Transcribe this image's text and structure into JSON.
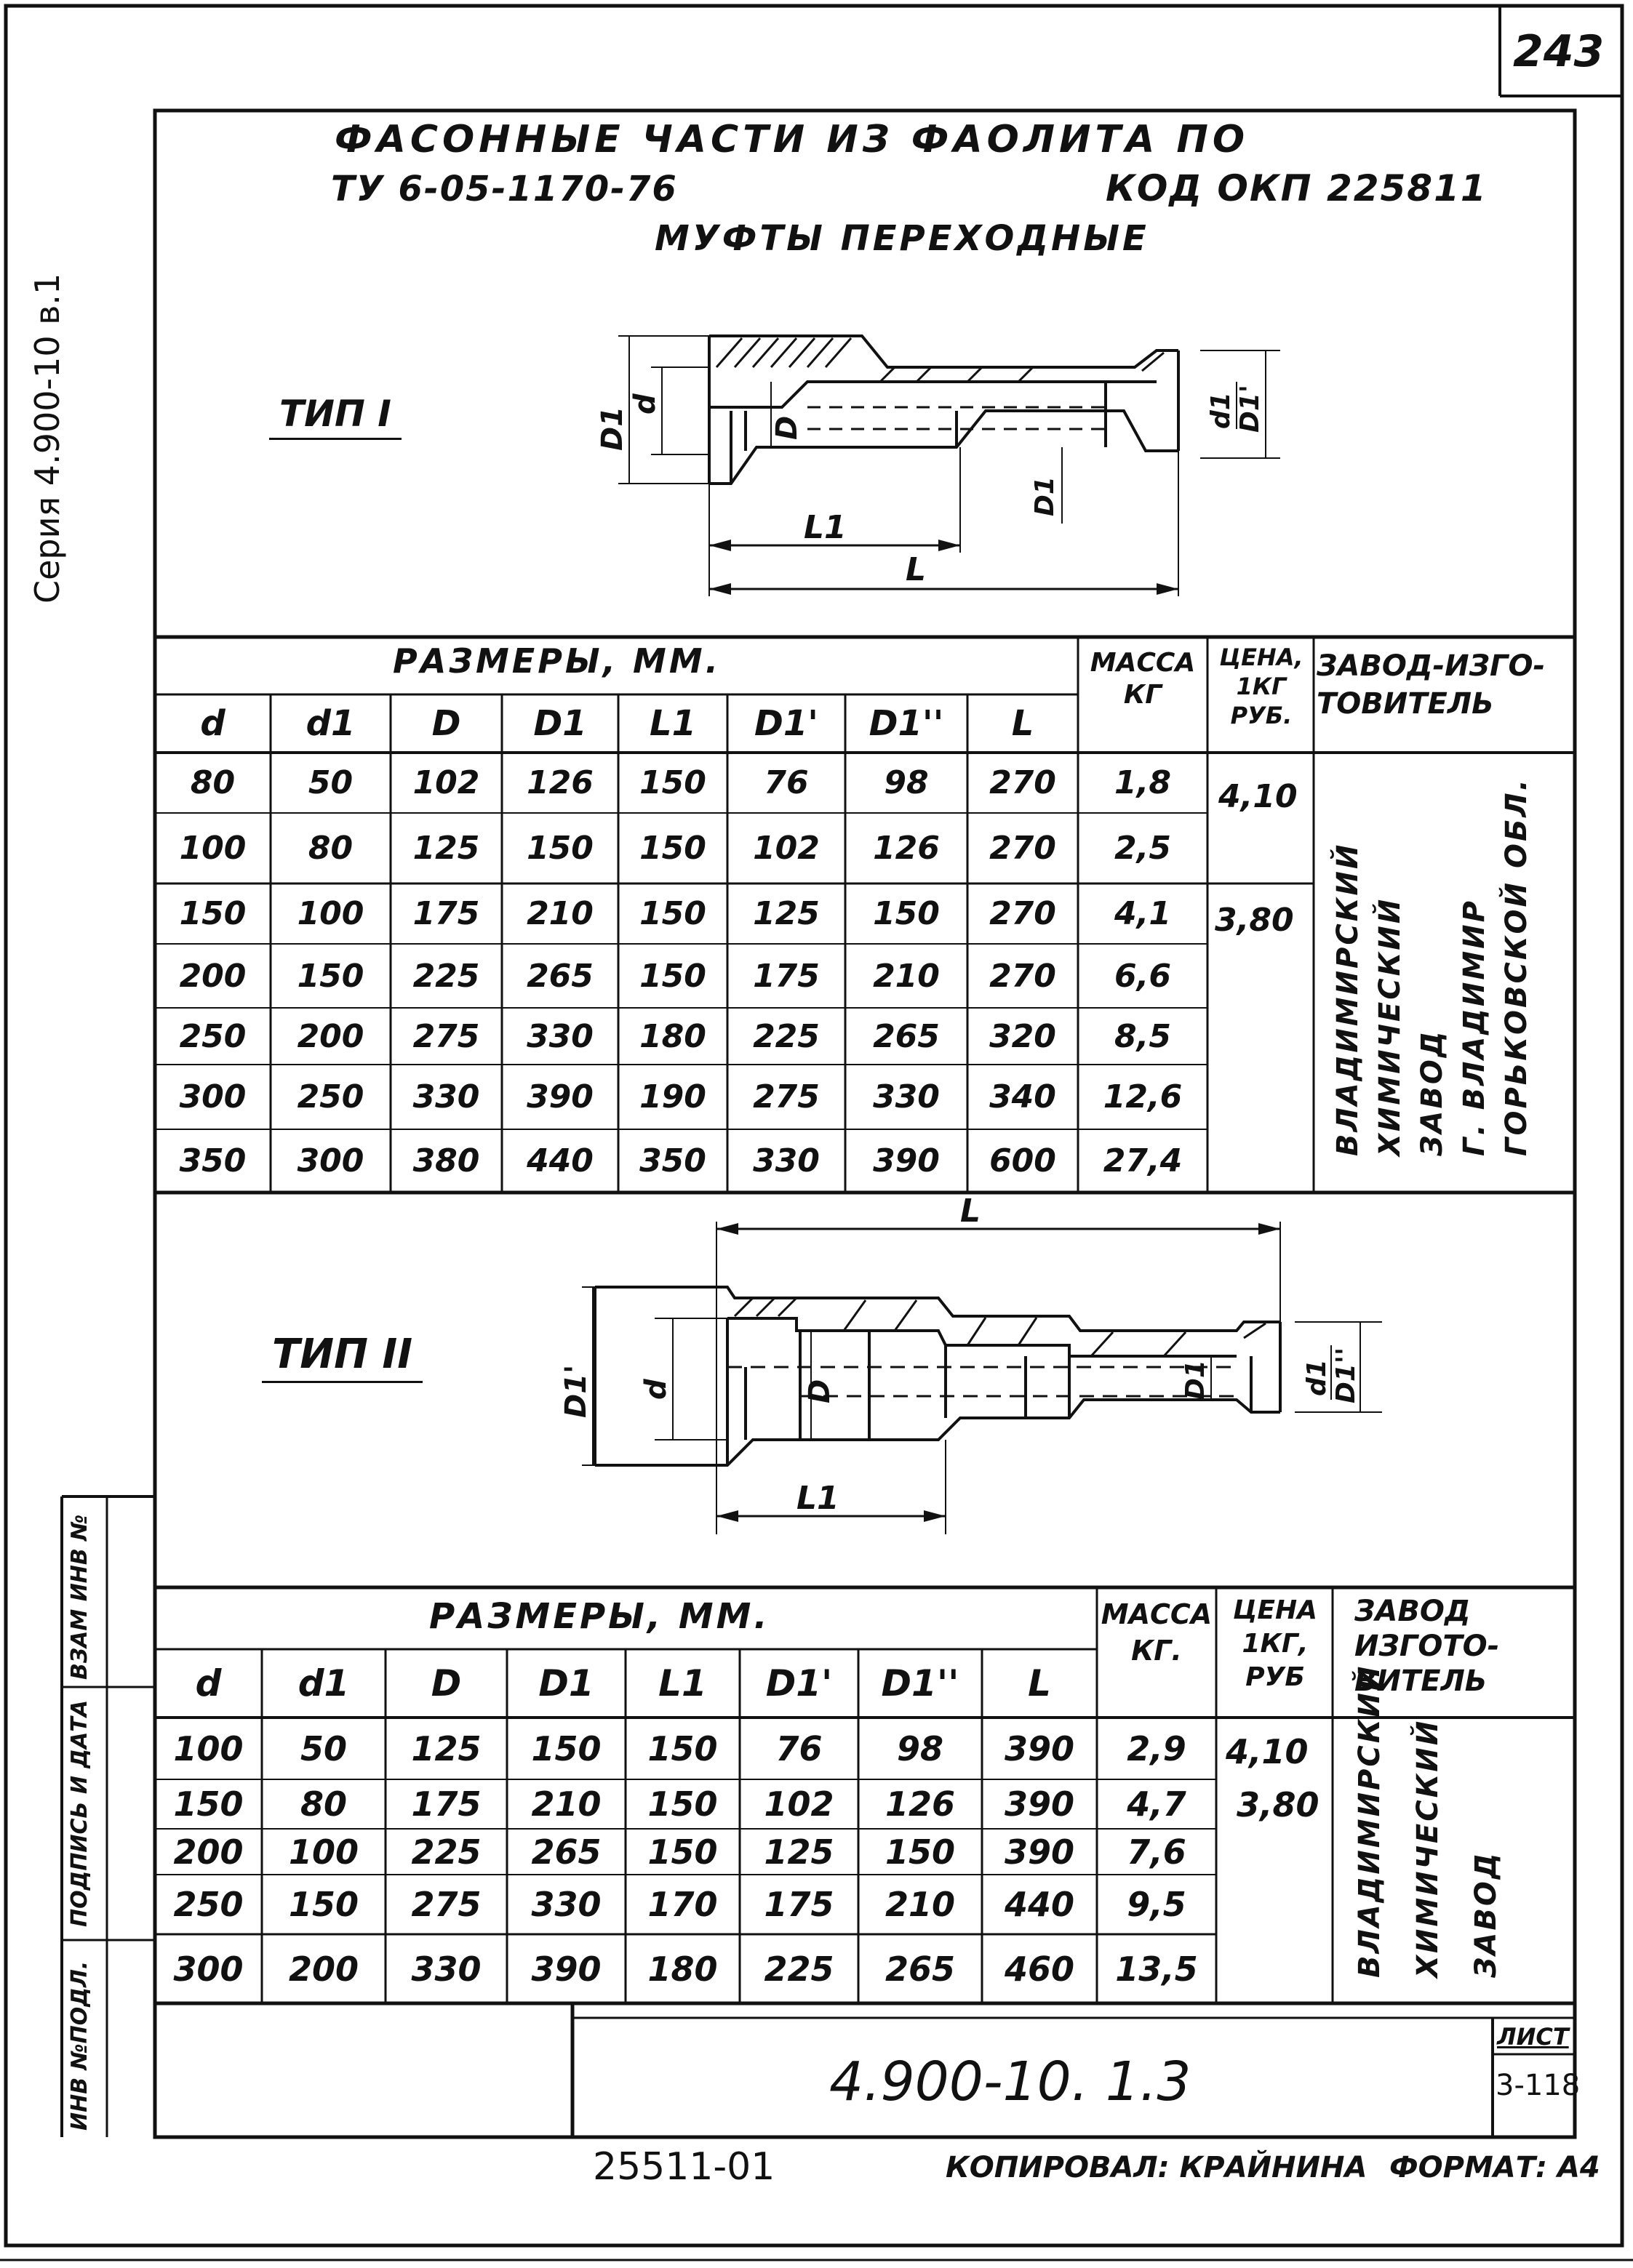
{
  "page_number": "243",
  "side_series": "Серия 4.900-10 в.1",
  "title": {
    "line1": "ФАСОННЫЕ ЧАСТИ ИЗ ФАОЛИТА ПО",
    "line2_left": "ТУ 6-05-1170-76",
    "line2_right": "КОД ОКП 225811",
    "line3": "МУФТЫ ПЕРЕХОДНЫЕ"
  },
  "type1": {
    "label": "ТИП I",
    "dims": {
      "D1": "D1",
      "d": "d",
      "D": "D",
      "d1": "d1",
      "D1_lower": "D1",
      "D1p": "D1'",
      "L1": "L1",
      "L": "L"
    }
  },
  "type2": {
    "label": "ТИП II",
    "dims": {
      "D1p": "D1'",
      "d": "d",
      "D": "D",
      "D1": "D1",
      "d1": "d1",
      "D1pp": "D1''",
      "L1": "L1",
      "L": "L"
    }
  },
  "table1": {
    "group_header": "РАЗМЕРЫ, ММ.",
    "mass_header": "МАССА КГ",
    "price_header": "ЦЕНА, 1КГ РУБ.",
    "factory_header": "ЗАВОД-ИЗГО-ТОВИТЕЛЬ",
    "columns": [
      "d",
      "d1",
      "D",
      "D1",
      "L1",
      "D1'",
      "D1''",
      "L"
    ],
    "rows": [
      [
        "80",
        "50",
        "102",
        "126",
        "150",
        "76",
        "98",
        "270",
        "1,8"
      ],
      [
        "100",
        "80",
        "125",
        "150",
        "150",
        "102",
        "126",
        "270",
        "2,5"
      ],
      [
        "150",
        "100",
        "175",
        "210",
        "150",
        "125",
        "150",
        "270",
        "4,1"
      ],
      [
        "200",
        "150",
        "225",
        "265",
        "150",
        "175",
        "210",
        "270",
        "6,6"
      ],
      [
        "250",
        "200",
        "275",
        "330",
        "180",
        "225",
        "265",
        "320",
        "8,5"
      ],
      [
        "300",
        "250",
        "330",
        "390",
        "190",
        "275",
        "330",
        "340",
        "12,6"
      ],
      [
        "350",
        "300",
        "380",
        "440",
        "350",
        "330",
        "390",
        "600",
        "27,4"
      ]
    ],
    "prices": [
      "4,10",
      "3,80"
    ],
    "factory_lines": [
      "ВЛАДИМИРСКИЙ",
      "ХИМИЧЕСКИЙ",
      "ЗАВОД",
      "Г. ВЛАДИМИР",
      "ГОРЬКОВСКОЙ ОБЛ."
    ]
  },
  "table2": {
    "group_header": "РАЗМЕРЫ, ММ.",
    "mass_header": "МАССА КГ.",
    "price_header": "ЦЕНА 1КГ, РУБ",
    "factory_header": "ЗАВОД ИЗГОТО-ВИТЕЛЬ",
    "columns": [
      "d",
      "d1",
      "D",
      "D1",
      "L1",
      "D1'",
      "D1''",
      "L"
    ],
    "rows": [
      [
        "100",
        "50",
        "125",
        "150",
        "150",
        "76",
        "98",
        "390",
        "2,9"
      ],
      [
        "150",
        "80",
        "175",
        "210",
        "150",
        "102",
        "126",
        "390",
        "4,7"
      ],
      [
        "200",
        "100",
        "225",
        "265",
        "150",
        "125",
        "150",
        "390",
        "7,6"
      ],
      [
        "250",
        "150",
        "275",
        "330",
        "170",
        "175",
        "210",
        "440",
        "9,5"
      ],
      [
        "300",
        "200",
        "330",
        "390",
        "180",
        "225",
        "265",
        "460",
        "13,5"
      ]
    ],
    "prices": [
      "4,10",
      "3,80"
    ],
    "factory_lines": [
      "ВЛАДИМИРСКИЙ",
      "ХИМИЧЕСКИЙ",
      "ЗАВОД"
    ]
  },
  "stamp": {
    "doc_code": "4.900-10. 1.3",
    "sheet_label": "ЛИСТ",
    "sheet_value": "3-118"
  },
  "left_strip": {
    "labels": [
      "ИНВ №ПОДЛ.",
      "ПОДПИСЬ И ДАТА",
      "ВЗАМ ИНВ №"
    ]
  },
  "footer": {
    "code": "25511-01",
    "copied": "КОПИРОВАЛ: КРАЙНИНА",
    "format": "ФОРМАТ: А4"
  }
}
